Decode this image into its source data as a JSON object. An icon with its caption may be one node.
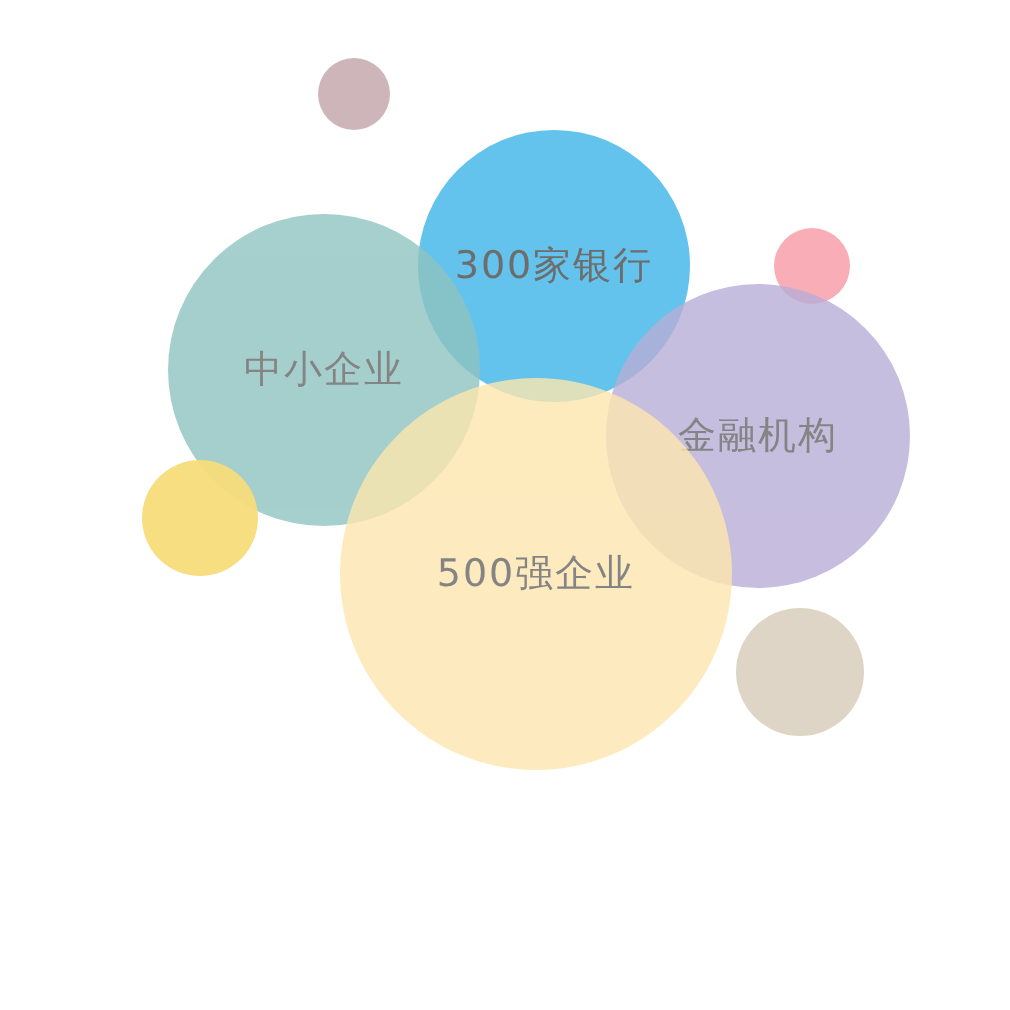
{
  "diagram": {
    "nodes": [
      {
        "text": [],
        "shape": "circle"
      },
      {
        "text": [
          "300家银行"
        ]
      },
      {
        "text": [],
        "shape": "circle"
      },
      {
        "text": [
          "中小企业"
        ]
      },
      {
        "text": [
          "金融机构"
        ]
      },
      {
        "text": [],
        "shape": "circle"
      },
      {
        "text": [
          "500强企业"
        ]
      },
      {
        "text": [],
        "shape": "circle"
      }
    ]
  }
}
